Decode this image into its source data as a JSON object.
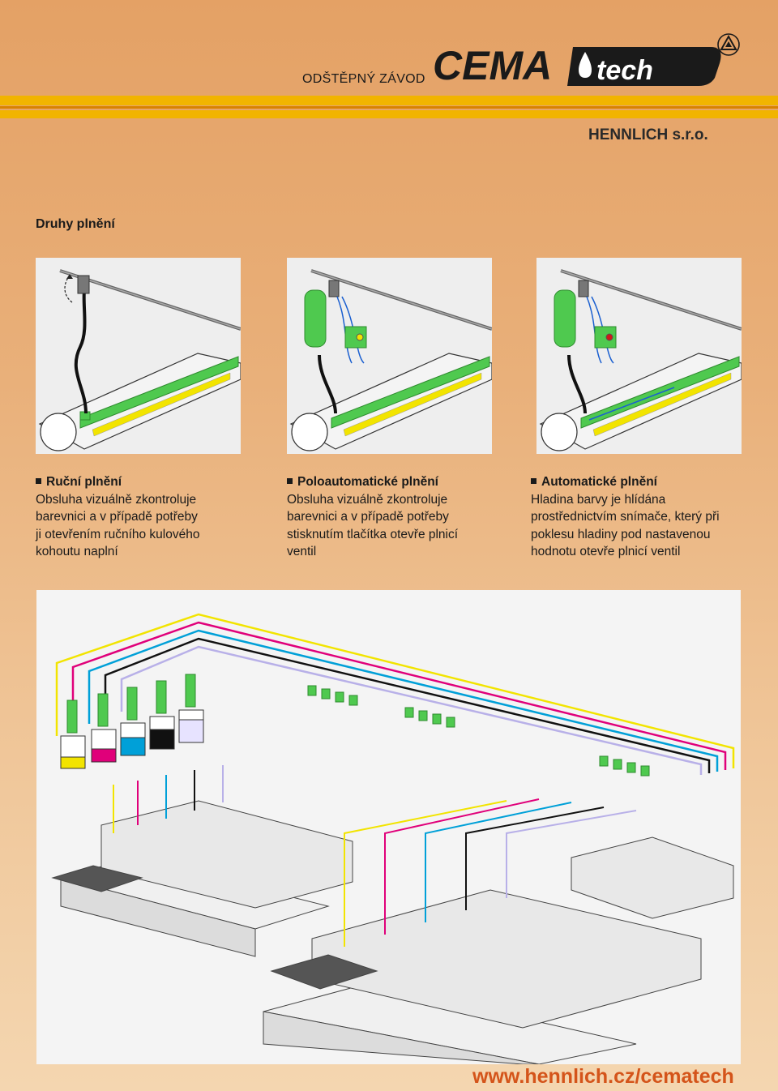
{
  "header": {
    "subtitle": "ODŠTĚPNÝ ZÁVOD",
    "logo_text_left": "CEMA",
    "logo_text_right": "tech",
    "company": "HENNLICH s.r.o."
  },
  "section_title": "Druhy plnění",
  "panels": [
    {
      "title": "Ruční plnění",
      "lines": [
        "Obsluha vizuálně zkontroluje",
        "barevnici a v případě potřeby",
        "ji otevřením ručního kulového",
        "kohoutu naplní"
      ]
    },
    {
      "title": "Poloautomatické plnění",
      "lines": [
        "Obsluha vizuálně zkontroluje",
        "barevnici a v případě potřeby",
        "stisknutím tlačítka otevře plnicí",
        "ventil"
      ]
    },
    {
      "title": "Automatické plnění",
      "lines": [
        "Hladina barvy je hlídána",
        "prostřednictvím snímače, který při",
        "poklesu hladiny pod nastavenou",
        "hodnotu otevře plnicí ventil"
      ]
    }
  ],
  "colors": {
    "accent_stripe": "#f1b400",
    "website": "#d4541a",
    "pipe_green": "#4fc94f",
    "ink_yellow": "#f2e400",
    "ink_magenta": "#e0007a",
    "ink_cyan": "#00a0d8",
    "ink_black": "#111111",
    "ink_lavender": "#b8b0e8"
  },
  "footer": {
    "website": "www.hennlich.cz/cematech"
  }
}
